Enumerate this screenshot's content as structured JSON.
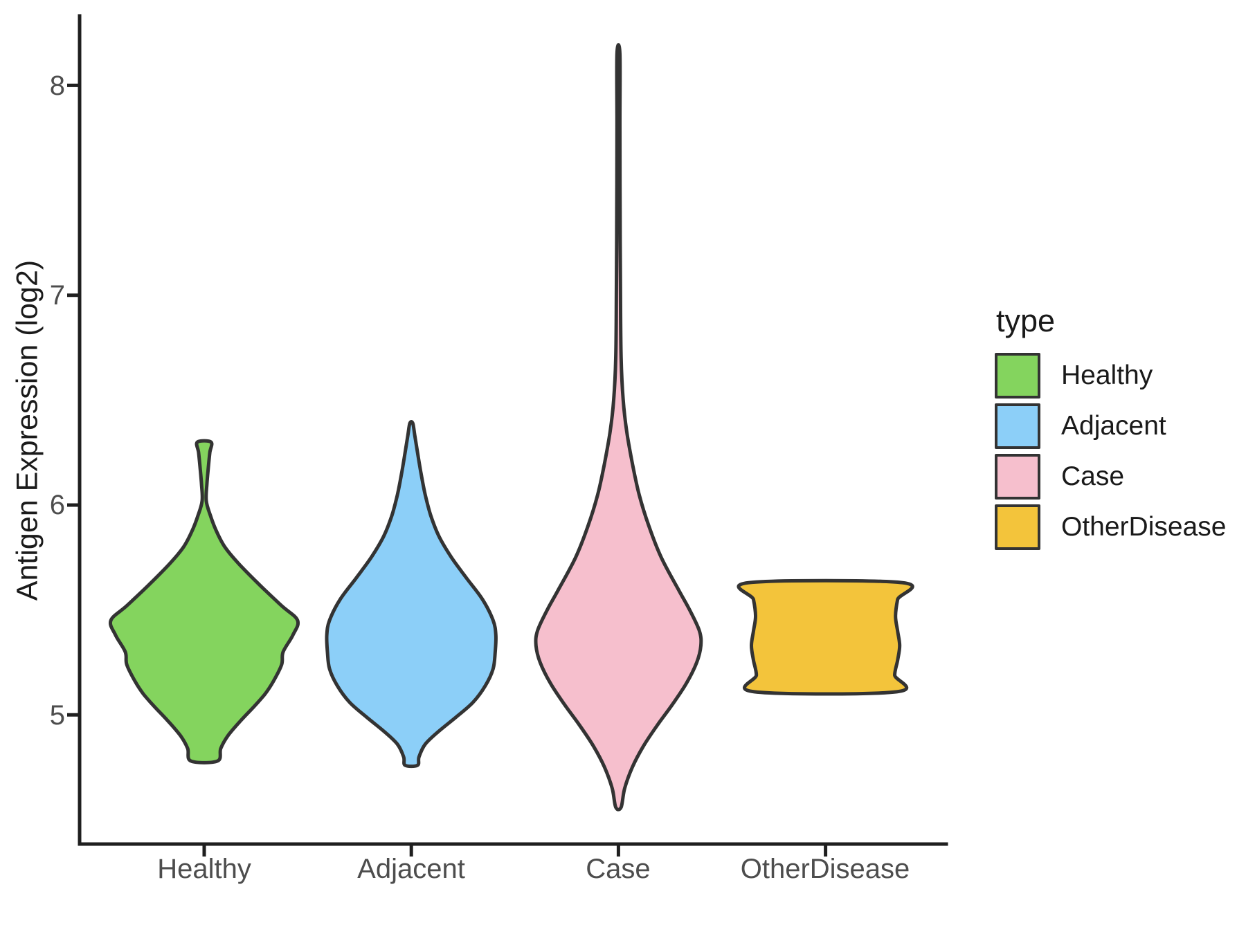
{
  "chart_data": {
    "type": "violin",
    "title": "",
    "xlabel": "",
    "ylabel": "Antigen Expression (log2)",
    "ylim": [
      4.4,
      8.35
    ],
    "yticks": [
      8,
      7,
      6,
      5
    ],
    "categories": [
      "Healthy",
      "Adjacent",
      "Case",
      "OtherDisease"
    ],
    "grid": false,
    "stroke_color": "#333333",
    "axis_color": "#1f1f1f",
    "tick_label_color": "#4d4d4d",
    "legend": {
      "title": "type",
      "position": "right",
      "entries": [
        {
          "label": "Healthy",
          "color": "#84D45E"
        },
        {
          "label": "Adjacent",
          "color": "#8CCFF8"
        },
        {
          "label": "Case",
          "color": "#F6BFCD"
        },
        {
          "label": "OtherDisease",
          "color": "#F3C43B"
        }
      ]
    },
    "series": [
      {
        "name": "Healthy",
        "color": "#84D45E",
        "min_value": 4.78,
        "max_value": 6.3,
        "profile": [
          [
            6.3,
            0.033
          ],
          [
            6.25,
            0.027
          ],
          [
            6.18,
            0.02
          ],
          [
            6.1,
            0.013
          ],
          [
            6.02,
            0.01
          ],
          [
            5.95,
            0.03
          ],
          [
            5.88,
            0.057
          ],
          [
            5.8,
            0.1
          ],
          [
            5.72,
            0.167
          ],
          [
            5.62,
            0.267
          ],
          [
            5.52,
            0.374
          ],
          [
            5.45,
            0.451
          ],
          [
            5.38,
            0.428
          ],
          [
            5.3,
            0.381
          ],
          [
            5.24,
            0.374
          ],
          [
            5.16,
            0.334
          ],
          [
            5.1,
            0.294
          ],
          [
            5.04,
            0.241
          ],
          [
            4.97,
            0.174
          ],
          [
            4.9,
            0.114
          ],
          [
            4.84,
            0.08
          ],
          [
            4.78,
            0.064
          ]
        ]
      },
      {
        "name": "Adjacent",
        "color": "#8CCFF8",
        "min_value": 4.76,
        "max_value": 6.39,
        "profile": [
          [
            6.39,
            0.007
          ],
          [
            6.33,
            0.017
          ],
          [
            6.25,
            0.03
          ],
          [
            6.15,
            0.047
          ],
          [
            6.05,
            0.067
          ],
          [
            5.95,
            0.094
          ],
          [
            5.85,
            0.134
          ],
          [
            5.75,
            0.194
          ],
          [
            5.65,
            0.268
          ],
          [
            5.55,
            0.344
          ],
          [
            5.45,
            0.395
          ],
          [
            5.38,
            0.408
          ],
          [
            5.3,
            0.405
          ],
          [
            5.22,
            0.395
          ],
          [
            5.14,
            0.358
          ],
          [
            5.06,
            0.298
          ],
          [
            4.99,
            0.217
          ],
          [
            4.92,
            0.13
          ],
          [
            4.86,
            0.067
          ],
          [
            4.8,
            0.037
          ],
          [
            4.76,
            0.03
          ]
        ]
      },
      {
        "name": "Case",
        "color": "#F6BFCD",
        "min_value": 4.56,
        "max_value": 8.15,
        "profile": [
          [
            8.15,
            0.007
          ],
          [
            7.8,
            0.007
          ],
          [
            7.4,
            0.008
          ],
          [
            7.0,
            0.01
          ],
          [
            6.7,
            0.013
          ],
          [
            6.5,
            0.023
          ],
          [
            6.35,
            0.04
          ],
          [
            6.2,
            0.067
          ],
          [
            6.05,
            0.1
          ],
          [
            5.9,
            0.147
          ],
          [
            5.75,
            0.207
          ],
          [
            5.6,
            0.288
          ],
          [
            5.5,
            0.344
          ],
          [
            5.4,
            0.391
          ],
          [
            5.33,
            0.398
          ],
          [
            5.25,
            0.378
          ],
          [
            5.15,
            0.328
          ],
          [
            5.05,
            0.261
          ],
          [
            4.95,
            0.187
          ],
          [
            4.85,
            0.12
          ],
          [
            4.75,
            0.067
          ],
          [
            4.65,
            0.03
          ],
          [
            4.56,
            0.013
          ]
        ]
      },
      {
        "name": "OtherDisease",
        "color": "#F3C43B",
        "min_value": 5.11,
        "max_value": 5.63,
        "profile": [
          [
            5.63,
            0.371
          ],
          [
            5.55,
            0.348
          ],
          [
            5.47,
            0.338
          ],
          [
            5.4,
            0.348
          ],
          [
            5.33,
            0.358
          ],
          [
            5.26,
            0.348
          ],
          [
            5.19,
            0.334
          ],
          [
            5.11,
            0.344
          ]
        ]
      }
    ]
  }
}
